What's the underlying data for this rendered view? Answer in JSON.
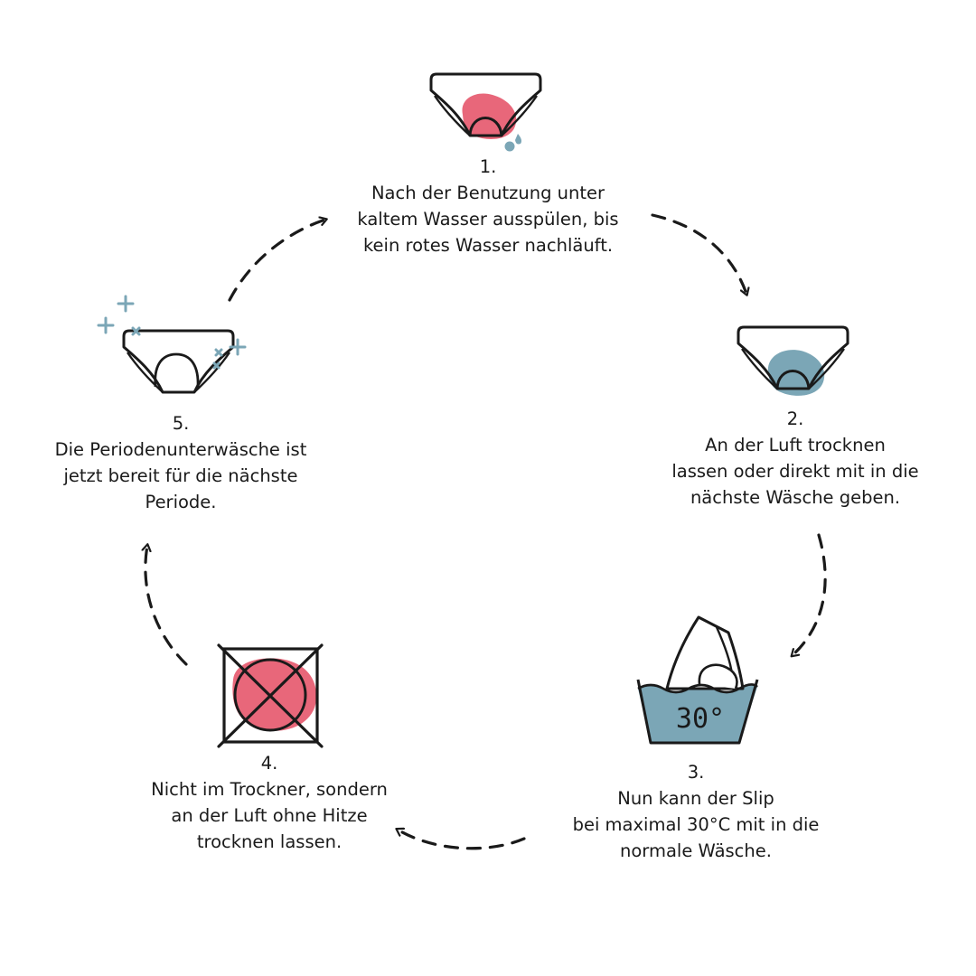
{
  "colors": {
    "outline": "#1a1a1a",
    "red": "#e8677a",
    "blue": "#7ba6b6",
    "background": "#ffffff"
  },
  "icons": {
    "step1": "underwear-red-stain-water-drops-icon",
    "step2": "underwear-blue-patch-icon",
    "step3": "washing-basin-30-degrees-icon",
    "step4": "no-tumble-dryer-icon",
    "step5": "clean-underwear-sparkle-icon"
  },
  "wash_symbol_text": "30°",
  "steps": [
    {
      "number": "1.",
      "lines": [
        "Nach der Benutzung unter",
        "kaltem Wasser ausspülen, bis",
        "kein rotes Wasser nachläuft."
      ]
    },
    {
      "number": "2.",
      "lines": [
        "An der Luft trocknen",
        "lassen oder direkt mit in die",
        "nächste Wäsche geben."
      ]
    },
    {
      "number": "3.",
      "lines": [
        "Nun kann der Slip",
        "bei maximal 30°C mit in die",
        "normale Wäsche."
      ]
    },
    {
      "number": "4.",
      "lines": [
        "Nicht im Trockner, sondern",
        "an der Luft ohne Hitze",
        "trocknen lassen."
      ]
    },
    {
      "number": "5.",
      "lines": [
        "Die Periodenunterwäsche ist",
        "jetzt bereit für die nächste",
        "Periode."
      ]
    }
  ]
}
